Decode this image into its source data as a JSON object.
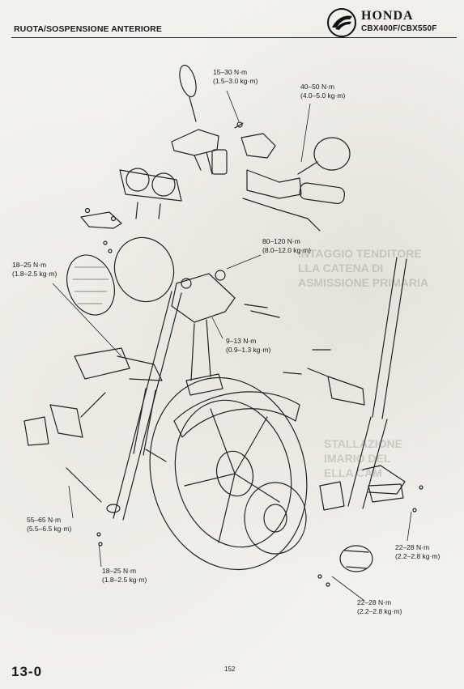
{
  "header": {
    "title": "RUOTA/SOSPENSIONE ANTERIORE",
    "brand": "HONDA",
    "model": "CBX400F/CBX550F"
  },
  "callouts": {
    "c1": [
      "15–30 N·m",
      "(1.5–3.0 kg·m)"
    ],
    "c2": [
      "40–50 N·m",
      "(4.0–5.0 kg·m)"
    ],
    "c3": [
      "18–25 N·m",
      "(1.8–2.5 kg·m)"
    ],
    "c4": [
      "80–120 N·m",
      "(8.0–12.0 kg·m)"
    ],
    "c5": [
      "9–13 N·m",
      "(0.9–1.3 kg·m)"
    ],
    "c6": [
      "55–65 N·m",
      "(5.5–6.5 kg·m)"
    ],
    "c7": [
      "22–28 N·m",
      "(2.2–2.8 kg·m)"
    ],
    "c8": [
      "18–25 N·m",
      "(1.8–2.5 kg·m)"
    ],
    "c9": [
      "22–28 N·m",
      "(2.2–2.8 kg·m)"
    ]
  },
  "footer": {
    "page_label": "13-0",
    "page_index": "152"
  }
}
